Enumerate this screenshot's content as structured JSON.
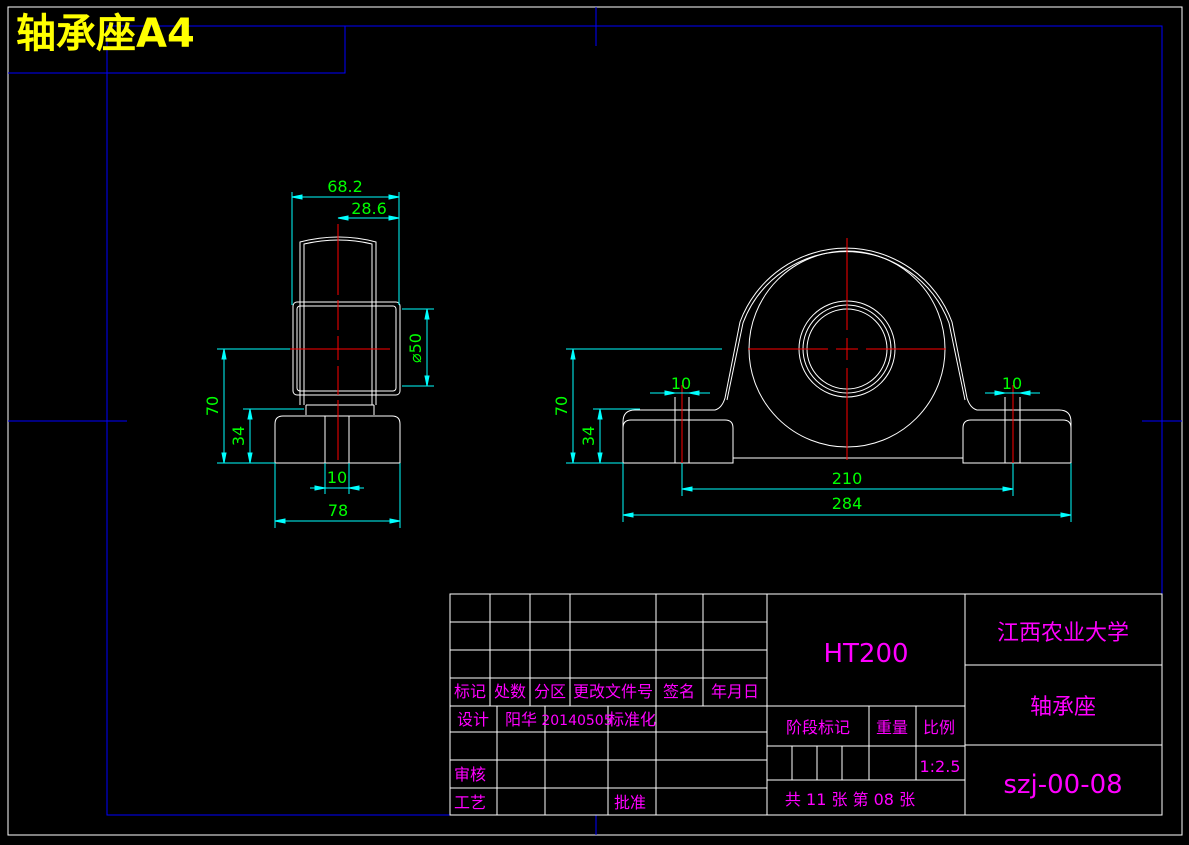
{
  "drawing_title": "轴承座A4",
  "colors": {
    "background": "#000000",
    "frame": "#0000ff",
    "outline": "#ffffff",
    "center_line": "#ff0000",
    "dimension_line": "#00ffff",
    "dimension_text": "#00ff00",
    "title_block_text": "#ff00ff",
    "header_text": "#ffff00"
  },
  "side_view": {
    "dims": {
      "overall_top": "68.2",
      "half_top": "28.6",
      "bore_dia": "⌀50",
      "height": "70",
      "base_height": "34",
      "slot_width": "10",
      "base_width": "78"
    }
  },
  "front_view": {
    "dims": {
      "height": "70",
      "base_height": "34",
      "slot_left": "10",
      "slot_right": "10",
      "hole_spacing": "210",
      "overall_width": "284"
    }
  },
  "title_block": {
    "material": "HT200",
    "school": "江西农业大学",
    "part_name": "轴承座",
    "drawing_number": "szj-00-08",
    "headers": {
      "mark": "标记",
      "count": "处数",
      "zone": "分区",
      "change_doc": "更改文件号",
      "signature": "签名",
      "date": "年月日"
    },
    "design_label": "设计",
    "designer": "阳华",
    "design_date": "20140505",
    "standardize_label": "标准化",
    "review_label": "审核",
    "process_label": "工艺",
    "approve_label": "批准",
    "stage_mark_label": "阶段标记",
    "weight_label": "重量",
    "scale_label": "比例",
    "scale_value": "1:2.5",
    "sheet_info": "共 11 张 第 08 张"
  }
}
